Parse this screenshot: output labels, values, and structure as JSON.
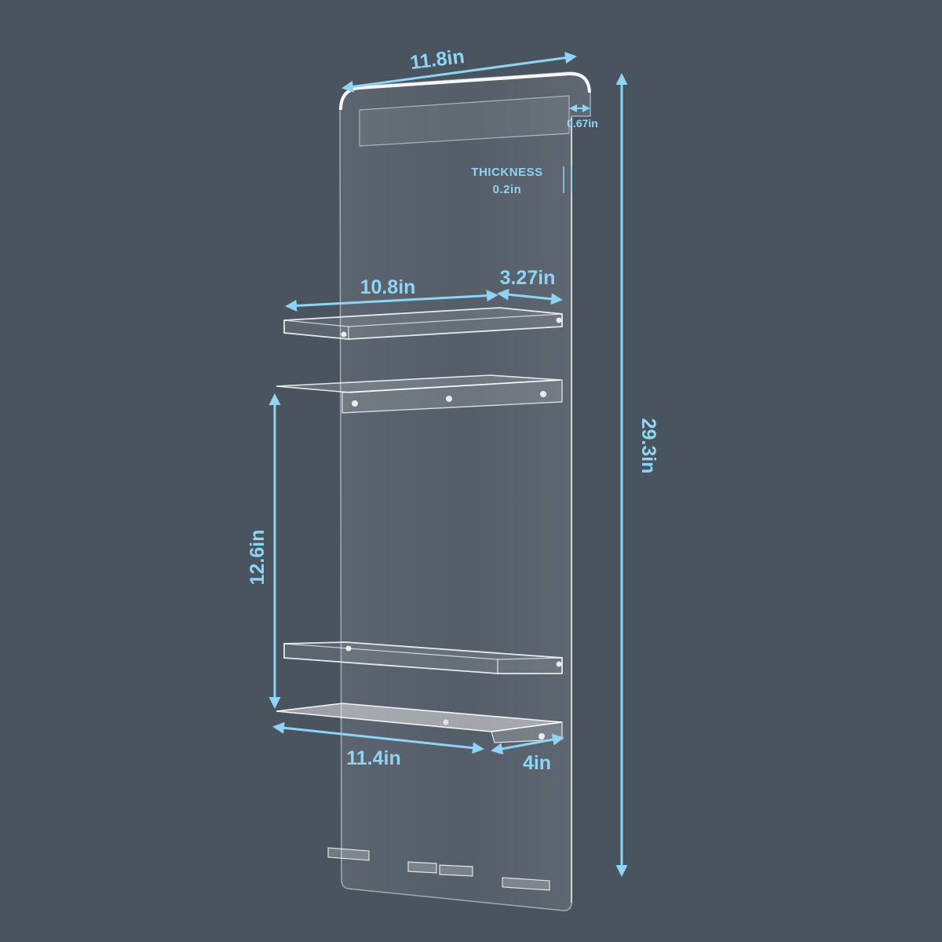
{
  "colors": {
    "background": "#4a545f",
    "dimension": "#8fd4f5",
    "acrylic_edge": "#ffffff"
  },
  "dimensions": {
    "top_width": "11.8in",
    "lip_depth": "0.67in",
    "thickness_title": "THICKNESS",
    "thickness_value": "0.2in",
    "total_height": "29.3in",
    "upper_shelf_width": "10.8in",
    "upper_shelf_depth": "3.27in",
    "shelf_spacing": "12.6in",
    "lower_shelf_width": "11.4in",
    "lower_shelf_depth": "4in"
  }
}
